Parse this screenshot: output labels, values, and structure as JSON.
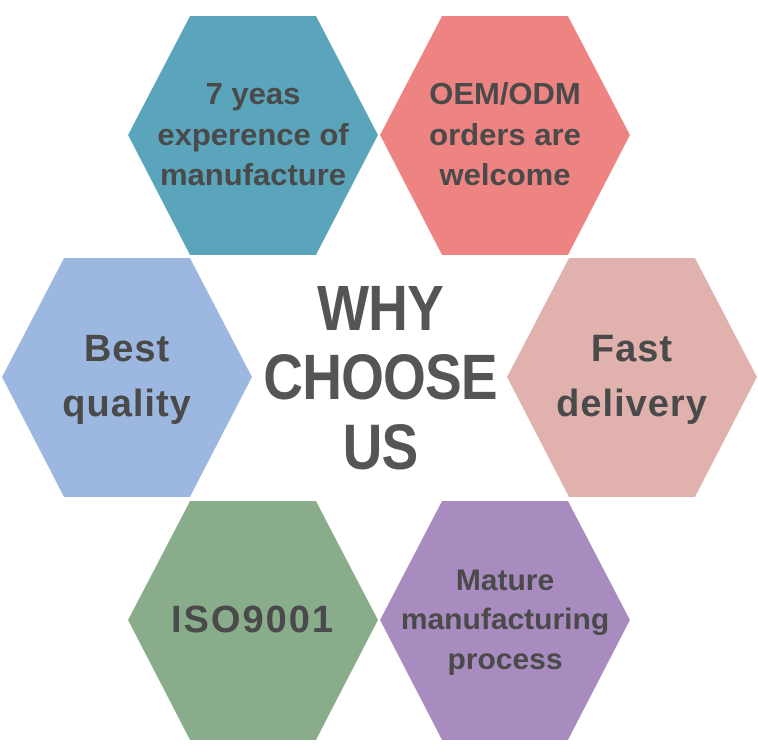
{
  "title": {
    "line1": "WHY",
    "line2": "CHOOSE",
    "line3": "US"
  },
  "hexagons": [
    {
      "id": "experience",
      "text": "7 yeas\nexperence of\nmanufacture",
      "color": "#5aa5bb"
    },
    {
      "id": "oem",
      "text": "OEM/ODM\norders are\nwelcome",
      "color": "#ed8482"
    },
    {
      "id": "quality",
      "text": "Best\nquality",
      "color": "#9db8e0"
    },
    {
      "id": "delivery",
      "text": "Fast\ndelivery",
      "color": "#e1b1ae"
    },
    {
      "id": "iso",
      "text": "ISO9001",
      "color": "#89ad8b"
    },
    {
      "id": "process",
      "text": "Mature\nmanufacturing\nprocess",
      "color": "#a88cc0"
    }
  ]
}
